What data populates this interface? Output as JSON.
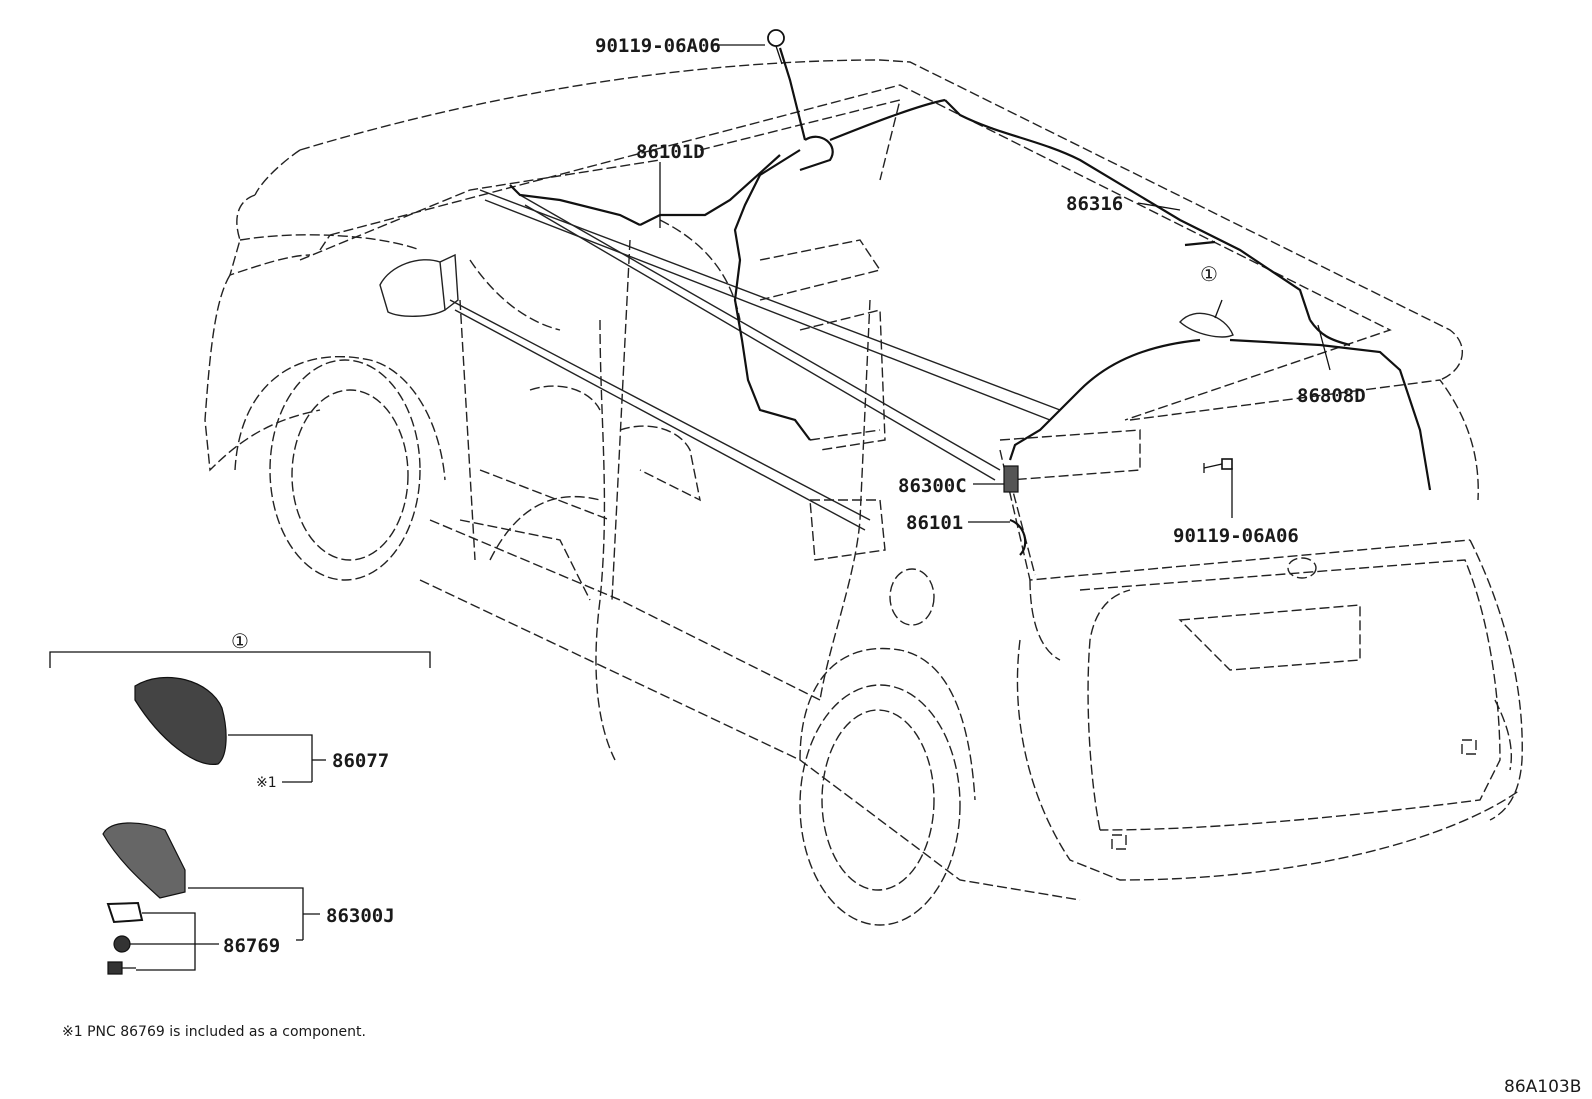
{
  "parts": {
    "bolt_top": "90119-06A06",
    "wire_front": "86101D",
    "wire_roof": "86316",
    "callout_roof": "①",
    "wire_rear": "86808D",
    "amp_86300c": "86300C",
    "antenna_86101": "86101",
    "bolt_rear": "90119-06A06"
  },
  "inset": {
    "callout": "①",
    "antenna_cover": "86077",
    "note_mark": "※1",
    "antenna_assy": "86300J",
    "gasket_set": "86769"
  },
  "footnote": "※1 PNC 86769 is included as a component.",
  "figure_code": "86A103B"
}
